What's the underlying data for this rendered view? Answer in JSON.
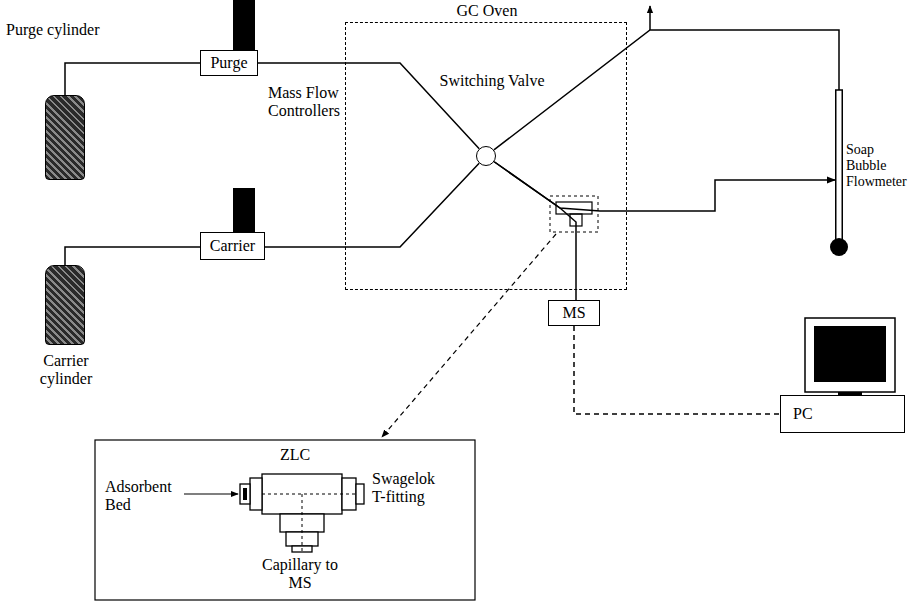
{
  "diagram": {
    "nodes": [
      {
        "text": [
          "Purge cylinder"
        ]
      },
      {
        "text": [
          "Purge"
        ]
      },
      {
        "text": [
          "GC Oven"
        ]
      },
      {
        "text": [
          "Switching Valve"
        ],
        "in": 2
      },
      {
        "text": [
          "Soap Bubble Flowmeter"
        ]
      },
      {
        "text": [
          "Carrier"
        ]
      },
      {
        "text": [
          "Carrier cylinder"
        ]
      },
      {
        "text": [
          "MS"
        ]
      },
      {
        "text": [
          "PC"
        ]
      }
    ],
    "edges": [
      {
        "from": 0,
        "to": 1,
        "arrow": "none"
      },
      {
        "from": 6,
        "to": 5,
        "arrow": "none"
      },
      {
        "from": 1,
        "to": 3,
        "arrow": "none"
      },
      {
        "from": 5,
        "to": 3,
        "arrow": "none"
      },
      {
        "from": 3,
        "to": 4,
        "arrow": "none"
      },
      {
        "from": 3,
        "to": 4,
        "arrow": "to"
      },
      {
        "from": 3,
        "to": 7,
        "arrow": "none"
      },
      {
        "from": 7,
        "to": 8,
        "arrow": "none"
      }
    ],
    "labels": [
      "Mass Flow Controllers",
      "ZLC",
      "Adsorbent Bed",
      "Swagelok T-fitting",
      "Capillary to MS"
    ]
  }
}
